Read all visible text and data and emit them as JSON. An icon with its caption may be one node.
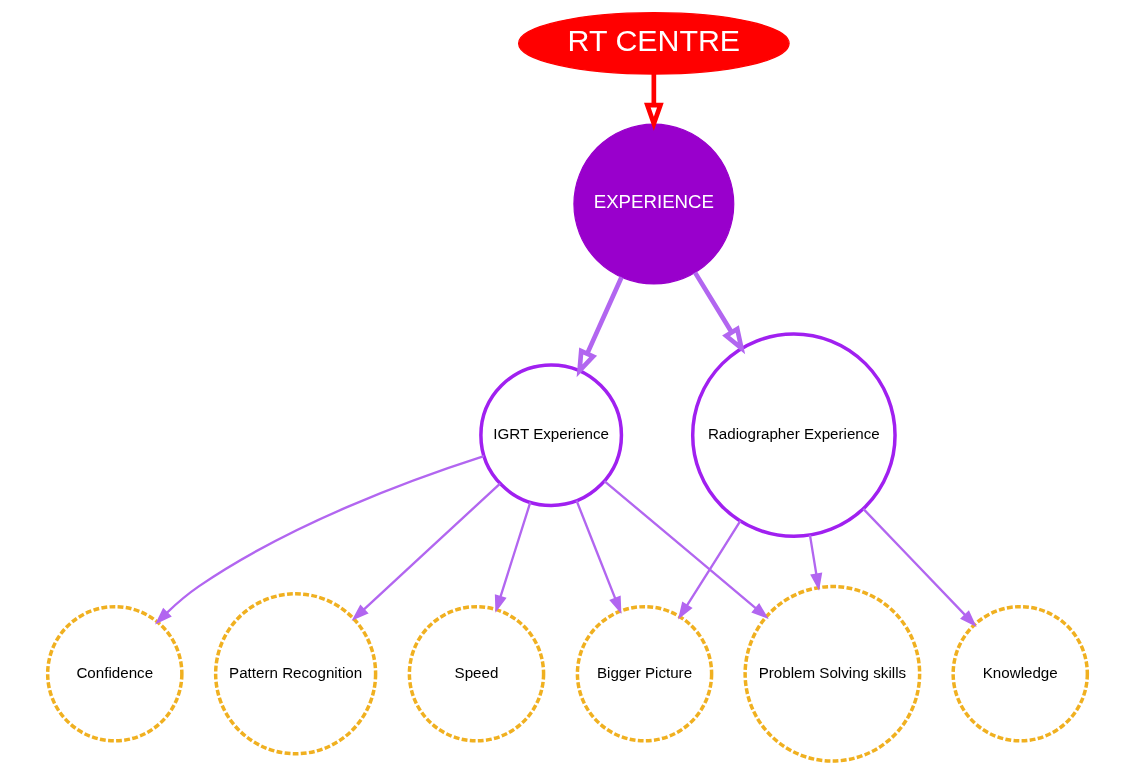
{
  "diagram": {
    "nodes": [
      {
        "text": [
          "RT CENTRE"
        ]
      },
      {
        "text": [
          "EXPERIENCE"
        ]
      },
      {
        "text": [
          "Confidence"
        ]
      },
      {
        "text": [
          "Pattern Recognition"
        ]
      },
      {
        "text": [
          "IGRT Experience"
        ]
      },
      {
        "text": [
          "Radiographer Experience"
        ]
      },
      {
        "text": [
          "Bigger Picture"
        ]
      },
      {
        "text": [
          "Problem Solving skills"
        ]
      },
      {
        "text": [
          "Speed"
        ]
      },
      {
        "text": [
          "Knowledge"
        ]
      }
    ],
    "edges": [
      {
        "from": 0,
        "to": 1,
        "arrow": "to",
        "style": "thick",
        "color": "#ff0000"
      },
      {
        "from": 1,
        "to": 4,
        "arrow": "to",
        "style": "thick"
      },
      {
        "from": 1,
        "to": 5,
        "arrow": "to",
        "style": "thick"
      },
      {
        "from": 4,
        "to": 2,
        "arrow": "to"
      },
      {
        "from": 4,
        "to": 3,
        "arrow": "to"
      },
      {
        "from": 4,
        "to": 6,
        "arrow": "to"
      },
      {
        "from": 5,
        "to": 6,
        "arrow": "to"
      },
      {
        "from": 4,
        "to": 8,
        "arrow": "to"
      },
      {
        "from": 4,
        "to": 7,
        "arrow": "to"
      },
      {
        "from": 5,
        "to": 7,
        "arrow": "to"
      },
      {
        "from": 5,
        "to": 9,
        "arrow": "to"
      }
    ]
  }
}
